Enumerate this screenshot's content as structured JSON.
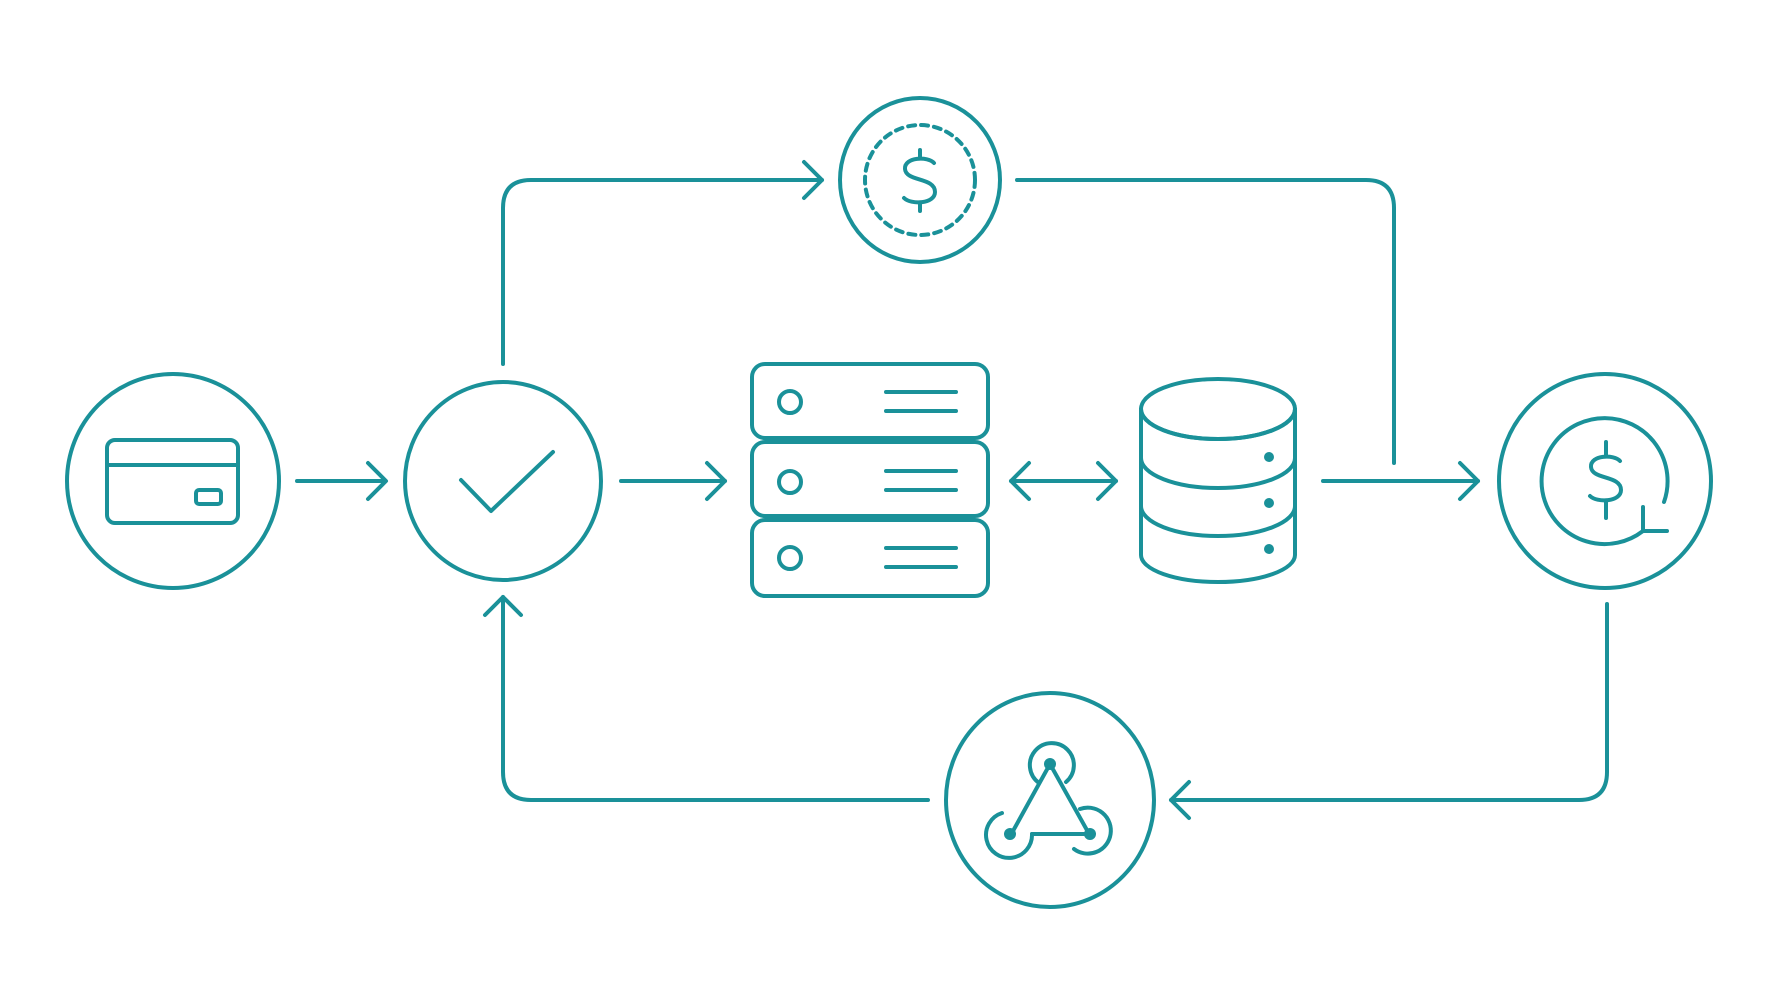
{
  "diagram": {
    "stroke_color": "#1a9199",
    "background": "#ffffff",
    "nodes": [
      {
        "id": "card",
        "icon": "credit-card-icon"
      },
      {
        "id": "verify",
        "icon": "checkmark-icon"
      },
      {
        "id": "pending-payment",
        "icon": "dollar-dashed-circle-icon"
      },
      {
        "id": "servers",
        "icon": "server-stack-icon"
      },
      {
        "id": "database",
        "icon": "database-icon"
      },
      {
        "id": "refund",
        "icon": "dollar-refresh-icon"
      },
      {
        "id": "webhook",
        "icon": "webhook-icon"
      }
    ],
    "connections": [
      {
        "from": "card",
        "to": "verify",
        "direction": "forward"
      },
      {
        "from": "verify",
        "to": "pending-payment",
        "direction": "forward"
      },
      {
        "from": "verify",
        "to": "servers",
        "direction": "forward"
      },
      {
        "from": "servers",
        "to": "database",
        "direction": "bidirectional"
      },
      {
        "from": "database",
        "to": "refund",
        "direction": "forward"
      },
      {
        "from": "pending-payment",
        "to": "refund",
        "direction": "forward"
      },
      {
        "from": "refund",
        "to": "webhook",
        "direction": "forward"
      },
      {
        "from": "webhook",
        "to": "verify",
        "direction": "forward"
      }
    ]
  }
}
